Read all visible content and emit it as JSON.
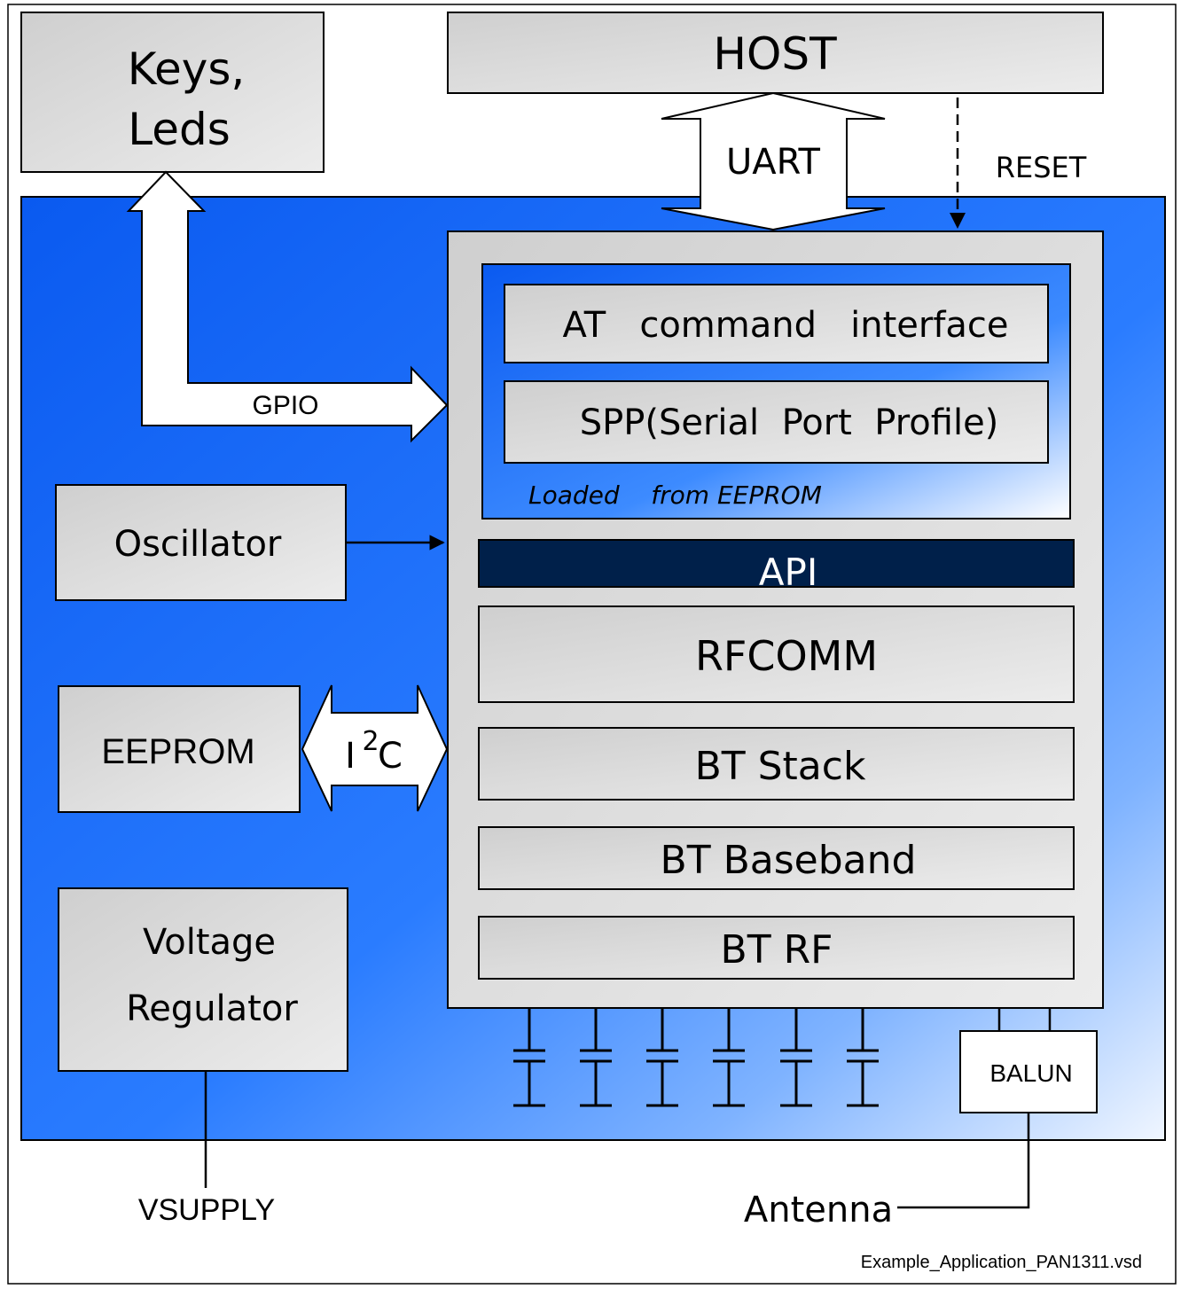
{
  "colors": {
    "module_blue": "#0a5af0",
    "module_light": "#e8f1ff",
    "block_gray": "#d6d6d6",
    "api_bar": "#00204a"
  },
  "blocks": {
    "host": "HOST",
    "keys_line1": "Keys,",
    "keys_line2": "Leds",
    "oscillator": "Oscillator",
    "eeprom": "EEPROM",
    "voltage_line1": "Voltage",
    "voltage_line2": "Regulator",
    "balun": "BALUN"
  },
  "firmware": {
    "at_interface": "AT   command   interface",
    "spp": "SPP(Serial  Port  Profile)",
    "loaded_note": "Loaded    from EEPROM",
    "api": "API",
    "rfcomm": "RFCOMM",
    "bt_stack": "BT Stack",
    "bt_baseband": "BT Baseband",
    "bt_rf": "BT RF"
  },
  "signals": {
    "uart": "UART",
    "reset": "RESET",
    "gpio": "GPIO",
    "i2c_i": "I",
    "i2c_sup": "2",
    "i2c_c": "C",
    "vsupply": "VSUPPLY",
    "antenna": "Antenna"
  },
  "filename": "Example_Application_PAN1311.vsd"
}
